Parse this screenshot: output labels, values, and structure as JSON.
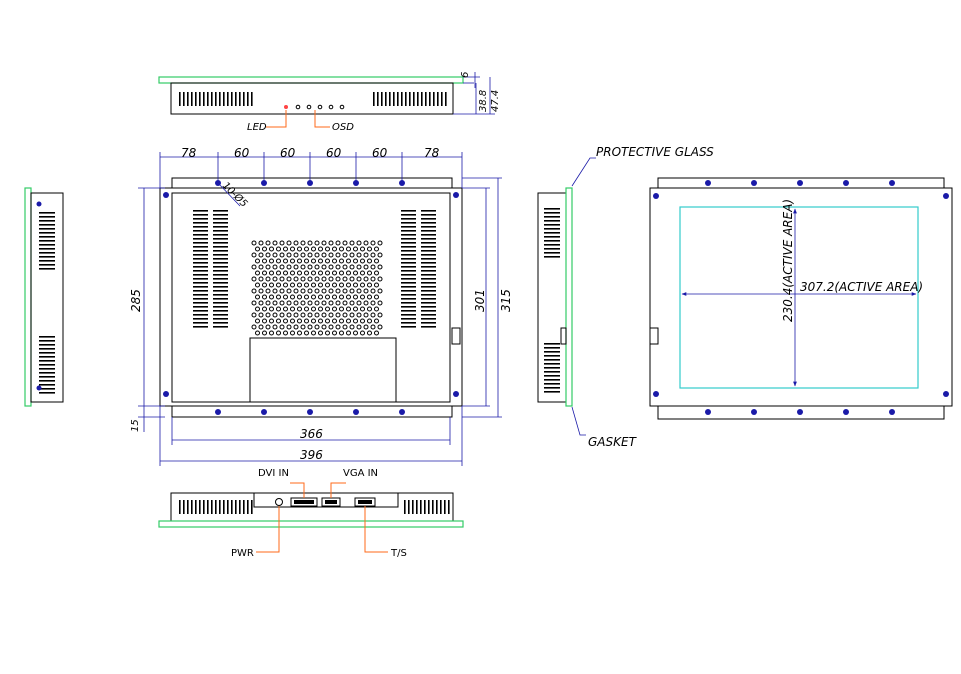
{
  "top_view": {
    "dims": {
      "d1": "6",
      "d2": "38.8",
      "d3": "47.4"
    },
    "callouts": {
      "led": "LED",
      "osd": "OSD"
    }
  },
  "front_view": {
    "top_dims": [
      "78",
      "60",
      "60",
      "60",
      "60",
      "78"
    ],
    "hole": "10-Ø5",
    "left_dim": "285",
    "bottom_left_dim": "15",
    "right_dims": {
      "inner": "301",
      "outer": "315"
    },
    "bottom_dims": {
      "inner": "366",
      "outer": "396"
    }
  },
  "side_view": {
    "callouts": {
      "glass": "PROTECTIVE GLASS",
      "gasket": "GASKET"
    }
  },
  "rear_view": {
    "active_width": "307.2(ACTIVE AREA)",
    "active_height": "230.4(ACTIVE AREA)"
  },
  "bottom_view": {
    "labels": {
      "dvi": "DVI IN",
      "vga": "VGA IN",
      "pwr": "PWR",
      "ts": "T/S"
    }
  },
  "colors": {
    "outline": "#000000",
    "bezel": "#33cc66",
    "active_area": "#33cccc",
    "dimension": "#1a1aa8",
    "callout": "#ff6a1a"
  }
}
